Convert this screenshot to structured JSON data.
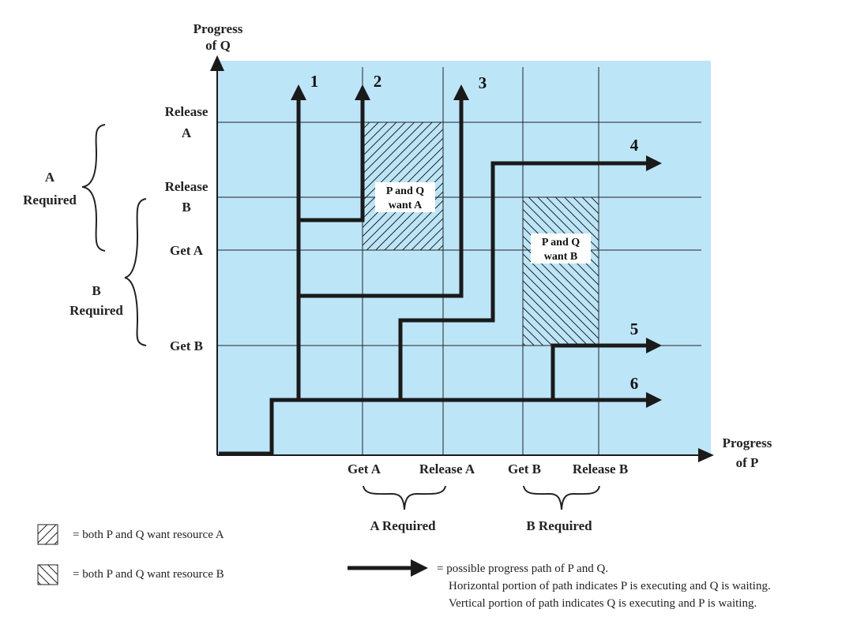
{
  "axes": {
    "y_title_line1": "Progress",
    "y_title_line2": "of Q",
    "x_title_line1": "Progress",
    "x_title_line2": "of P"
  },
  "y_ticks": {
    "release_a_line1": "Release",
    "release_a_line2": "A",
    "release_b_line1": "Release",
    "release_b_line2": "B",
    "get_a": "Get A",
    "get_b": "Get B"
  },
  "x_ticks": {
    "get_a": "Get A",
    "release_a": "Release A",
    "get_b": "Get B",
    "release_b": "Release B"
  },
  "brackets": {
    "y_a_line1": "A",
    "y_a_line2": "Required",
    "y_b_line1": "B",
    "y_b_line2": "Required",
    "x_a": "A Required",
    "x_b": "B Required"
  },
  "regions": {
    "a_line1": "P and Q",
    "a_line2": "want A",
    "b_line1": "P and Q",
    "b_line2": "want B"
  },
  "paths": [
    "1",
    "2",
    "3",
    "4",
    "5",
    "6"
  ],
  "legend": {
    "hatch_a": "= both P and Q want resource A",
    "hatch_b": "= both P and Q want resource B",
    "arrow_line1": "= possible progress path of P and Q.",
    "arrow_line2": "Horizontal portion of path indicates P is executing and Q is waiting.",
    "arrow_line3": "Vertical portion of path indicates Q is executing and P is waiting."
  },
  "colors": {
    "plot_background": "#bde5f8",
    "ink": "#1a1a1a"
  }
}
